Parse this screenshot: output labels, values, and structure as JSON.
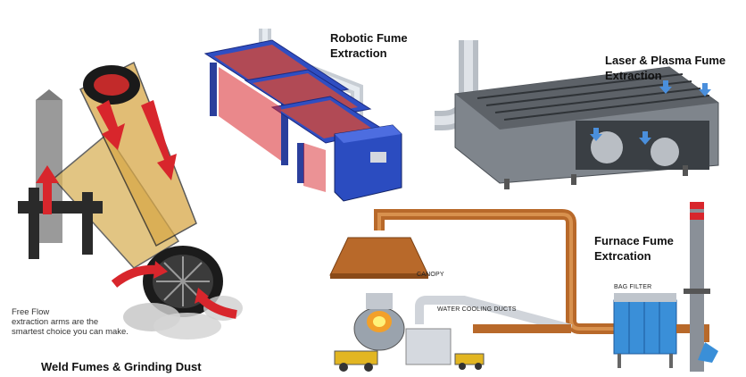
{
  "panels": {
    "weld": {
      "title": "Weld Fumes & Grinding Dust",
      "caption_line1": "Free Flow",
      "caption_line2": "extraction arms are the",
      "caption_line3": "smartest choice you can make."
    },
    "robotic": {
      "title_line1": "Robotic Fume",
      "title_line2": "Extraction"
    },
    "laser": {
      "title_line1": "Laser & Plasma Fume",
      "title_line2": "Extraction"
    },
    "furnace": {
      "title_line1": "Furnace Fume",
      "title_line2": "Extrcation",
      "canopy_label": "CANOPY",
      "ducts_label": "WATER COOLING DUCTS",
      "filter_label": "BAG FILTER"
    }
  },
  "colors": {
    "duct_copper": "#b8692a",
    "blue_frame": "#2848b8",
    "red_arrow": "#d8262c",
    "filter_blue": "#3a8fd8",
    "grey_machine": "#8a8f96"
  }
}
